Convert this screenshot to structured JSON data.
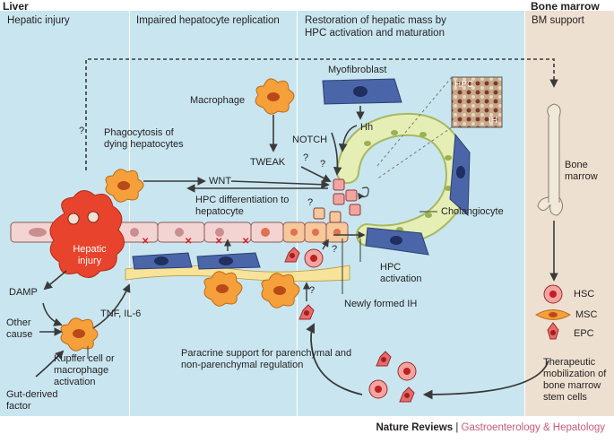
{
  "headers": {
    "liver": "Liver",
    "bone_marrow": "Bone marrow"
  },
  "panels": [
    {
      "title": "Hepatic injury"
    },
    {
      "title": "Impaired hepatocyte replication"
    },
    {
      "title": "Restoration of hepatic mass by HPC activation and maturation"
    },
    {
      "title": "BM support"
    }
  ],
  "labels": {
    "question_left": "?",
    "phagocytosis": "Phagocytosis of dying hepatocytes",
    "macrophage": "Macrophage",
    "myofibroblast": "Myofibroblast",
    "hh": "Hh",
    "notch": "NOTCH",
    "tweak": "TWEAK",
    "wnt": "WNT",
    "hpc_differentiation": "HPC differentiation to hepatocyte",
    "hepatic_injury_blob": "Hepatic injury",
    "damp": "DAMP",
    "tnf_il6": "TNF, IL-6",
    "other_cause": "Other cause",
    "kupffer": "Kupffer cell or macrophage activation",
    "gut_factor": "Gut-derived factor",
    "cholangiocyte": "Cholangiocyte",
    "hpc_activation": "HPC activation",
    "newly_formed_ih": "Newly formed IH",
    "inset_hpc": "HPC",
    "inset_ih": "IH",
    "bone_marrow_label": "Bone marrow",
    "hsc": "HSC",
    "msc": "MSC",
    "epc": "EPC",
    "therapeutic": "Therapeutic mobilization of bone marrow stem cells",
    "paracrine": "Paracrine support for parenchymal and non-parenchymal regulation",
    "q1": "?",
    "q2": "?",
    "q3": "?",
    "q4": "?",
    "q5": "?"
  },
  "credit": {
    "publisher": "Nature Reviews",
    "separator": " | ",
    "journal": "Gastroenterology & Hepatology"
  },
  "colors": {
    "panel_blue": "#c9e6f0",
    "panel_bm": "#eee0d0",
    "hepatocyte": "#f3d4d2",
    "injury_red": "#e8432c",
    "macrophage_orange": "#f5a03a",
    "myofibroblast_blue": "#4b66a8",
    "cholangiocyte_green": "#e5eeb5",
    "stellate_yellow": "#f7e39a"
  }
}
